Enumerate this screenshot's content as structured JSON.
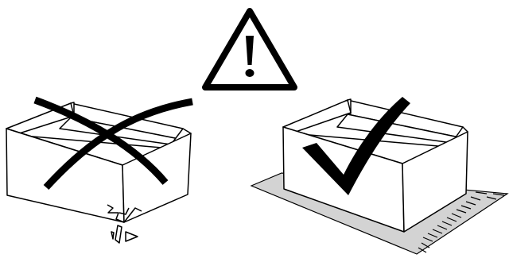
{
  "diagram": {
    "warning_symbol": "warning-triangle-icon",
    "left_panel": {
      "verdict": "incorrect",
      "verdict_icon": "cross-icon",
      "object": "cracked-u-shaped-block",
      "detail": "cracked-corner-with-falling-fragments"
    },
    "right_panel": {
      "verdict": "correct",
      "verdict_icon": "checkmark-icon",
      "object": "u-shaped-block",
      "support": "level-base-pad"
    },
    "colors": {
      "stroke": "#000000",
      "fill": "#ffffff",
      "base_pad": "#d3d3d3"
    }
  }
}
